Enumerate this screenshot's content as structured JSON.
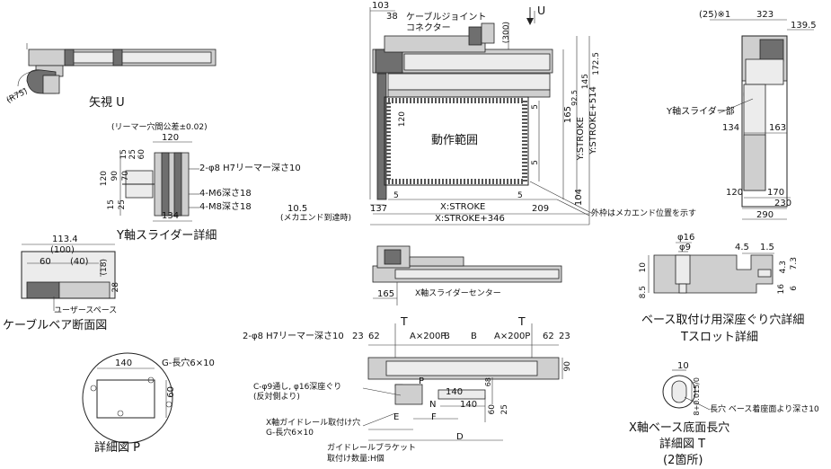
{
  "view_u": {
    "arrow_label": "U",
    "title": "矢視 U",
    "radius": "(R75)"
  },
  "top_view": {
    "dims_top": [
      "103",
      "38"
    ],
    "cable_joint": "ケーブルジョイント\nコネクター",
    "d300": "(300)",
    "right_dims": [
      "172.5",
      "145",
      "92.5",
      "5",
      "165",
      "5"
    ],
    "y_stroke": "Y:STROKE",
    "y_stroke_514": "Y:STROKE+514",
    "d104": "104",
    "range_label": "動作範囲",
    "d120": "120",
    "d5_left": "5",
    "d5_right": "5",
    "d137": "137",
    "d209": "209",
    "x_stroke": "X:STROKE",
    "x_stroke_346": "X:STROKE+346",
    "d10_5": "10.5",
    "mech_end": "(メカエンド到達時)",
    "outer_frame": "外枠はメカエンド位置を示す"
  },
  "y_slider": {
    "tolerance": "(リーマー穴間公差±0.02)",
    "d120_top": "120",
    "left_dims": [
      "15",
      "25",
      "60",
      "120",
      "90",
      "70",
      "15",
      "25"
    ],
    "hole_phi8": "2-φ8 H7リーマー深さ10",
    "m6": "4-M6深さ18",
    "m8": "4-M8深さ18",
    "d134": "134",
    "title": "Y軸スライダー詳細"
  },
  "cable_bear": {
    "d113_4": "113.4",
    "d100": "(100)",
    "d60": "60",
    "d40": "(40)",
    "d18": "(18)",
    "d28": "28",
    "user_space": "ユーザースペース",
    "title": "ケーブルベア断面図"
  },
  "detail_p": {
    "d140": "140",
    "slot": "G-長穴6×10",
    "d60": "60",
    "title": "詳細図 P"
  },
  "side_view": {
    "d25": "(25)※1",
    "d323": "323",
    "d139_5": "139.5",
    "y_slider_part": "Y軸スライダー部",
    "d134": "134",
    "d163": "163",
    "d120": "120",
    "d170": "170",
    "d230": "230",
    "d290": "290"
  },
  "x_slider": {
    "d165": "165",
    "center": "X軸スライダーセンター"
  },
  "base_detail": {
    "phi16": "φ16",
    "phi9": "φ9",
    "d4_5": "4.5",
    "d1_5": "1.5",
    "d10": "10",
    "d4_3": "4.3",
    "d7_3": "7.3",
    "d8_5": "8.5",
    "d16": "16",
    "d6": "6",
    "title1": "ベース取付け用深座ぐり穴詳細",
    "title2": "Tスロット詳細"
  },
  "bottom_view": {
    "mark_t1": "T",
    "mark_t2": "T",
    "reamer": "2-φ8 H7リーマー深さ10",
    "top_dims": [
      "23",
      "62",
      "A×200P",
      "B",
      "B",
      "A×200P",
      "62",
      "23"
    ],
    "d90": "90",
    "c_hole": "C-φ9通し, φ16深座ぐり\n(反対側より)",
    "p_mark": "P",
    "n_mark": "N",
    "d68": "68",
    "d140a": "140",
    "d140b": "140",
    "d60": "60",
    "d25": "25",
    "x_rail": "X軸ガイドレール取付け穴\nG-長穴6×10",
    "e_mark": "E",
    "f_mark": "F",
    "d_mark": "D",
    "bracket": "ガイドレールブラケット\n取付け数量:H個"
  },
  "slot_detail": {
    "d10": "10",
    "tol": "8+0.015/0",
    "slot": "長穴 ベース着座面より深さ10",
    "title1": "X軸ベース底面長穴",
    "title2": "詳細図 T",
    "title3": "(2箇所)"
  }
}
